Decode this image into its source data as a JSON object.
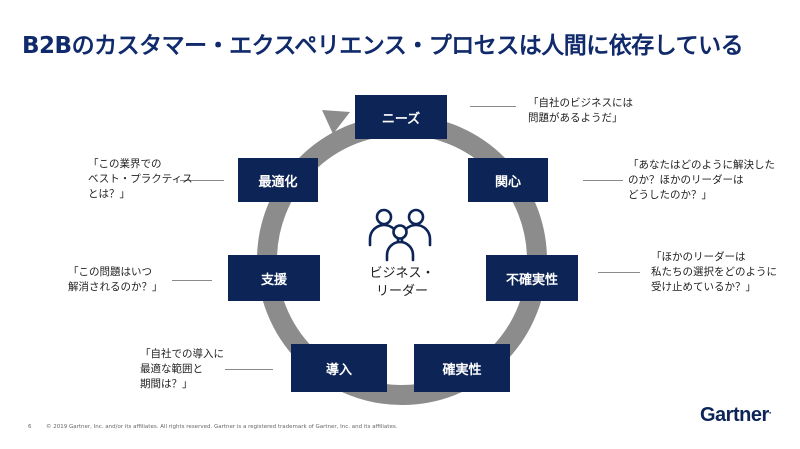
{
  "title": "B2Bのカスタマー・エクスペリエンス・プロセスは人間に依存している",
  "center": {
    "icon": "people-group-icon",
    "label": "ビジネス・\nリーダー"
  },
  "stages": [
    {
      "label": "ニーズ",
      "quote": "「自社のビジネスには\n問題があるようだ」"
    },
    {
      "label": "関心",
      "quote": "「あなたはどのように解決した\nのか？ほかのリーダーは\nどうしたのか？」"
    },
    {
      "label": "不確実性",
      "quote": "「ほかのリーダーは\n私たちの選択をどのように\n受け止めているか？」"
    },
    {
      "label": "確実性",
      "quote": ""
    },
    {
      "label": "導入",
      "quote": "「自社での導入に\n最適な範囲と\n期間は？」"
    },
    {
      "label": "支援",
      "quote": "「この問題はいつ\n解消されるのか？」"
    },
    {
      "label": "最適化",
      "quote": "「この業界での\nベスト・プラクティス\nとは？」"
    }
  ],
  "footer": {
    "page_number": "6",
    "copyright": "© 2019 Gartner, Inc. and/or its affiliates. All rights reserved. Gartner is a registered trademark of Gartner, Inc. and its affiliates."
  },
  "logo": "Gartner",
  "colors": {
    "navy": "#0d2456",
    "ring": "#8c8c8c",
    "title": "#102a6b"
  }
}
